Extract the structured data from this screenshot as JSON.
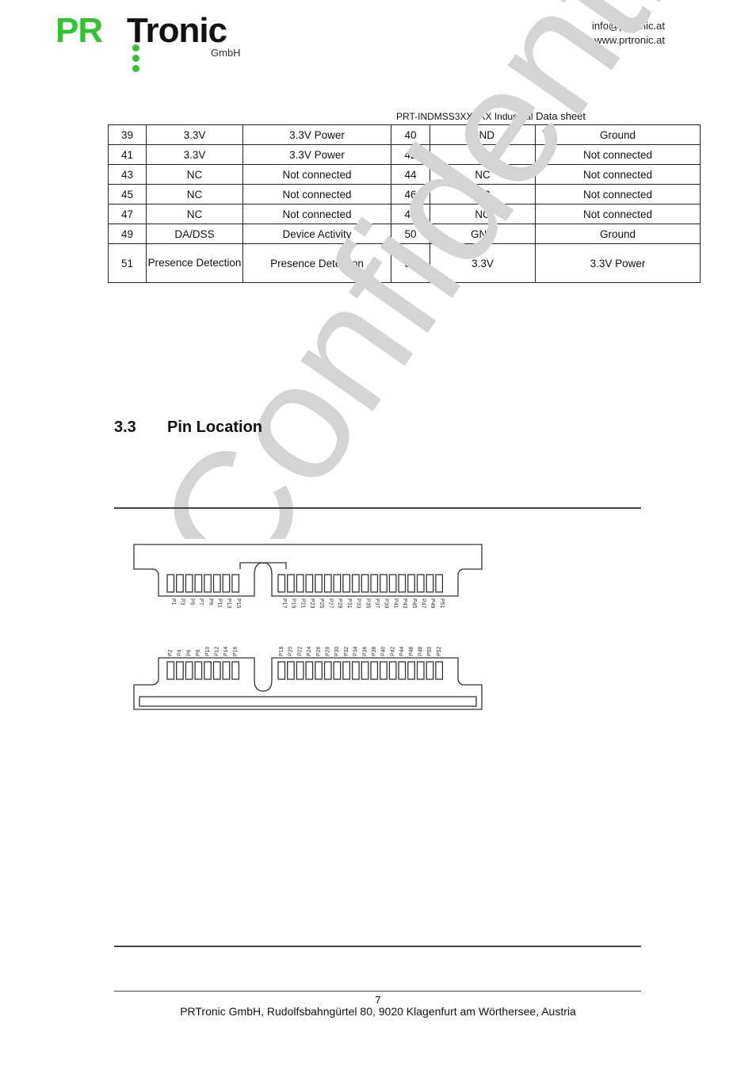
{
  "header": {
    "logo_text_1": "PR",
    "logo_text_2": "Tronic",
    "logo_sub": "GmbH",
    "email": "info@prtronic.at",
    "website": "www.prtronic.at"
  },
  "doc_title_prefix": "PRT-INDMSS3XXXXX Industrial",
  "doc_title_suffix": "Data sheet",
  "table": {
    "rows": [
      [
        "39",
        "3.3V",
        "3.3V Power",
        "40",
        "GND",
        "Ground"
      ],
      [
        "41",
        "3.3V",
        "3.3V Power",
        "42",
        "NC",
        "Not connected"
      ],
      [
        "43",
        "NC",
        "Not connected",
        "44",
        "NC",
        "Not connected"
      ],
      [
        "45",
        "NC",
        "Not connected",
        "46",
        "NC",
        "Not connected"
      ],
      [
        "47",
        "NC",
        "Not connected",
        "48",
        "NC",
        "Not connected"
      ],
      [
        "49",
        "DA/DSS",
        "Device Activity",
        "50",
        "GND",
        "Ground"
      ],
      [
        "51",
        "Presence Detection",
        "Presence Detection",
        "52",
        "3.3V",
        "3.3V Power"
      ]
    ]
  },
  "section": {
    "number": "3.3",
    "title": "Pin Location"
  },
  "watermark": "Confidential",
  "pins": {
    "top_left": [
      "P1",
      "P3",
      "P5",
      "P7",
      "P9",
      "P11",
      "P13",
      "P15"
    ],
    "top_right": [
      "P17",
      "P19",
      "P21",
      "P23",
      "P25",
      "P27",
      "P29",
      "P31",
      "P33",
      "P35",
      "P37",
      "P39",
      "P41",
      "P43",
      "P45",
      "P47",
      "P49",
      "P51"
    ],
    "bottom_left": [
      "P2",
      "P4",
      "P6",
      "P8",
      "P10",
      "P12",
      "P14",
      "P16"
    ],
    "bottom_right": [
      "P18",
      "P20",
      "P22",
      "P24",
      "P26",
      "P28",
      "P30",
      "P32",
      "P34",
      "P36",
      "P38",
      "P40",
      "P42",
      "P44",
      "P46",
      "P48",
      "P50",
      "P52"
    ]
  },
  "footer": {
    "page": "7",
    "address": "PRTronic GmbH, Rudolfsbahngürtel 80, 9020 Klagenfurt am Wörthersee, Austria"
  }
}
